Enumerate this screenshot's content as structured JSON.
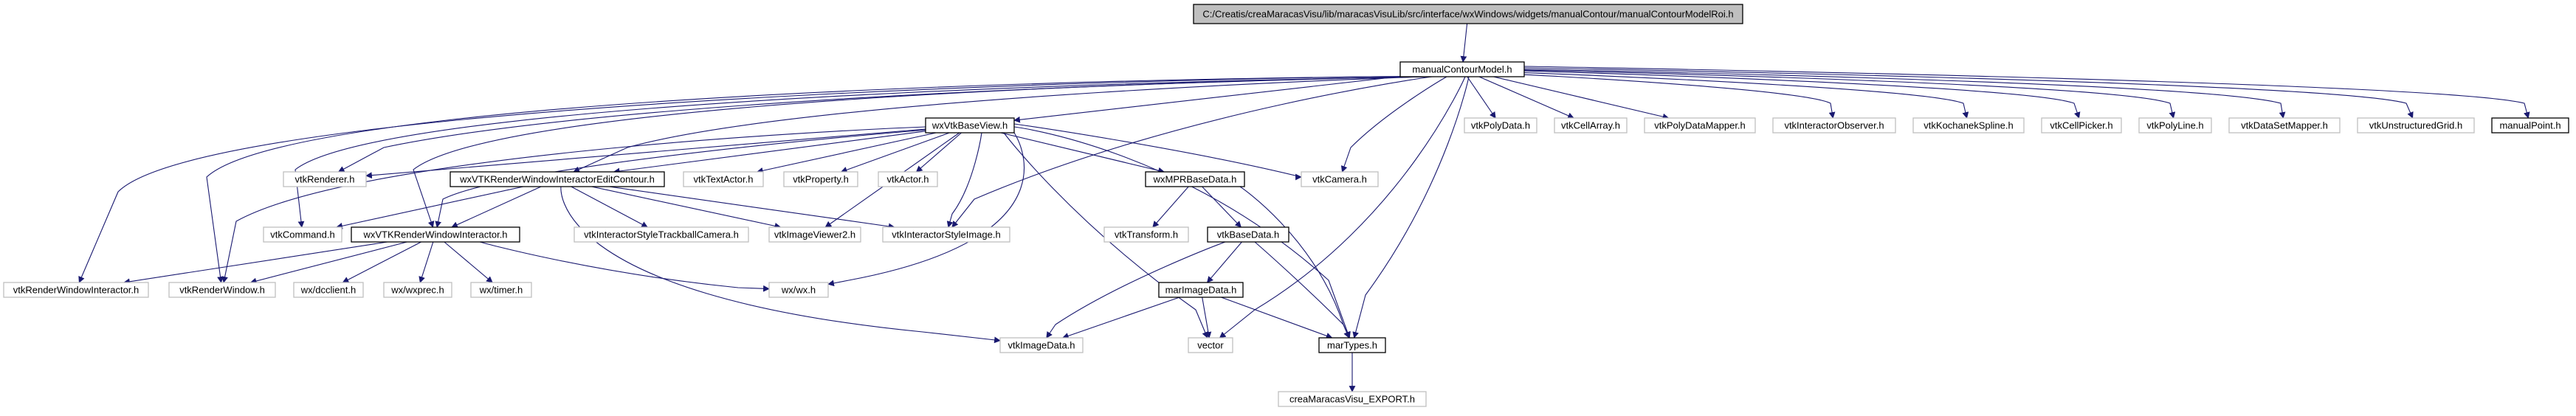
{
  "diagram": {
    "type": "include-dependency-graph",
    "colors": {
      "edge": "#191970",
      "root_fill": "#bfbfbf",
      "documented_border": "#000000",
      "external_border": "#bfbfbf",
      "background": "#ffffff"
    },
    "nodes": [
      {
        "id": "root",
        "label": "C:/Creatis/creaMaracasVisu/lib/maracasVisuLib/src/interface/wxWindows/widgets/manualContour/manualContourModelRoi.h",
        "kind": "root"
      },
      {
        "id": "manualContourModel",
        "label": "manualContourModel.h",
        "kind": "documented"
      },
      {
        "id": "wxVtkBaseView",
        "label": "wxVtkBaseView.h",
        "kind": "documented"
      },
      {
        "id": "vtkPolyData",
        "label": "vtkPolyData.h",
        "kind": "external"
      },
      {
        "id": "vtkCellArray",
        "label": "vtkCellArray.h",
        "kind": "external"
      },
      {
        "id": "vtkPolyDataMapper",
        "label": "vtkPolyDataMapper.h",
        "kind": "external"
      },
      {
        "id": "vtkInteractorObserver",
        "label": "vtkInteractorObserver.h",
        "kind": "external"
      },
      {
        "id": "vtkKochanekSpline",
        "label": "vtkKochanekSpline.h",
        "kind": "external"
      },
      {
        "id": "vtkCellPicker",
        "label": "vtkCellPicker.h",
        "kind": "external"
      },
      {
        "id": "vtkPolyLine",
        "label": "vtkPolyLine.h",
        "kind": "external"
      },
      {
        "id": "vtkDataSetMapper",
        "label": "vtkDataSetMapper.h",
        "kind": "external"
      },
      {
        "id": "vtkUnstructuredGrid",
        "label": "vtkUnstructuredGrid.h",
        "kind": "external"
      },
      {
        "id": "manualPoint",
        "label": "manualPoint.h",
        "kind": "documented"
      },
      {
        "id": "vtkRenderer",
        "label": "vtkRenderer.h",
        "kind": "external"
      },
      {
        "id": "wxVTKRWIEditContour",
        "label": "wxVTKRenderWindowInteractorEditContour.h",
        "kind": "documented"
      },
      {
        "id": "vtkTextActor",
        "label": "vtkTextActor.h",
        "kind": "external"
      },
      {
        "id": "vtkProperty",
        "label": "vtkProperty.h",
        "kind": "external"
      },
      {
        "id": "vtkActor",
        "label": "vtkActor.h",
        "kind": "external"
      },
      {
        "id": "wxMPRBaseData",
        "label": "wxMPRBaseData.h",
        "kind": "documented"
      },
      {
        "id": "vtkCamera",
        "label": "vtkCamera.h",
        "kind": "external"
      },
      {
        "id": "vtkCommand",
        "label": "vtkCommand.h",
        "kind": "external"
      },
      {
        "id": "wxVTKRWI",
        "label": "wxVTKRenderWindowInteractor.h",
        "kind": "documented"
      },
      {
        "id": "vtkISTrackballCamera",
        "label": "vtkInteractorStyleTrackballCamera.h",
        "kind": "external"
      },
      {
        "id": "vtkImageViewer2",
        "label": "vtkImageViewer2.h",
        "kind": "external"
      },
      {
        "id": "vtkInteractorStyleImage",
        "label": "vtkInteractorStyleImage.h",
        "kind": "external"
      },
      {
        "id": "vtkTransform",
        "label": "vtkTransform.h",
        "kind": "external"
      },
      {
        "id": "vtkBaseData",
        "label": "vtkBaseData.h",
        "kind": "documented"
      },
      {
        "id": "vtkRenderWindowInteractor",
        "label": "vtkRenderWindowInteractor.h",
        "kind": "external"
      },
      {
        "id": "vtkRenderWindow",
        "label": "vtkRenderWindow.h",
        "kind": "external"
      },
      {
        "id": "wxdcclient",
        "label": "wx/dcclient.h",
        "kind": "external"
      },
      {
        "id": "wxwxprec",
        "label": "wx/wxprec.h",
        "kind": "external"
      },
      {
        "id": "wxtimer",
        "label": "wx/timer.h",
        "kind": "external"
      },
      {
        "id": "wxwx",
        "label": "wx/wx.h",
        "kind": "external"
      },
      {
        "id": "marImageData",
        "label": "marImageData.h",
        "kind": "documented"
      },
      {
        "id": "vtkImageData",
        "label": "vtkImageData.h",
        "kind": "external"
      },
      {
        "id": "vector",
        "label": "vector",
        "kind": "external"
      },
      {
        "id": "marTypes",
        "label": "marTypes.h",
        "kind": "documented"
      },
      {
        "id": "creaMaracasVisuExport",
        "label": "creaMaracasVisu_EXPORT.h",
        "kind": "external"
      }
    ],
    "edges": [
      [
        "root",
        "manualContourModel"
      ],
      [
        "manualContourModel",
        "wxVtkBaseView"
      ],
      [
        "manualContourModel",
        "vtkPolyData"
      ],
      [
        "manualContourModel",
        "vtkCellArray"
      ],
      [
        "manualContourModel",
        "vtkPolyDataMapper"
      ],
      [
        "manualContourModel",
        "vtkInteractorObserver"
      ],
      [
        "manualContourModel",
        "vtkKochanekSpline"
      ],
      [
        "manualContourModel",
        "vtkCellPicker"
      ],
      [
        "manualContourModel",
        "vtkPolyLine"
      ],
      [
        "manualContourModel",
        "vtkDataSetMapper"
      ],
      [
        "manualContourModel",
        "vtkUnstructuredGrid"
      ],
      [
        "manualContourModel",
        "manualPoint"
      ],
      [
        "manualContourModel",
        "vtkRenderer"
      ],
      [
        "manualContourModel",
        "wxVTKRWIEditContour"
      ],
      [
        "manualContourModel",
        "vtkCamera"
      ],
      [
        "manualContourModel",
        "vtkCommand"
      ],
      [
        "manualContourModel",
        "wxVTKRWI"
      ],
      [
        "manualContourModel",
        "vtkInteractorStyleImage"
      ],
      [
        "manualContourModel",
        "vtkRenderWindowInteractor"
      ],
      [
        "manualContourModel",
        "vtkRenderWindow"
      ],
      [
        "manualContourModel",
        "vector"
      ],
      [
        "manualContourModel",
        "marTypes"
      ],
      [
        "wxVtkBaseView",
        "vtkRenderer"
      ],
      [
        "wxVtkBaseView",
        "wxVTKRWIEditContour"
      ],
      [
        "wxVtkBaseView",
        "vtkTextActor"
      ],
      [
        "wxVtkBaseView",
        "vtkProperty"
      ],
      [
        "wxVtkBaseView",
        "vtkActor"
      ],
      [
        "wxVtkBaseView",
        "wxMPRBaseData"
      ],
      [
        "wxVtkBaseView",
        "vtkCamera"
      ],
      [
        "wxVtkBaseView",
        "wxVTKRWI"
      ],
      [
        "wxVtkBaseView",
        "vtkImageViewer2"
      ],
      [
        "wxVtkBaseView",
        "vtkInteractorStyleImage"
      ],
      [
        "wxVtkBaseView",
        "vtkRenderWindow"
      ],
      [
        "wxVtkBaseView",
        "wxwx"
      ],
      [
        "wxVtkBaseView",
        "vector"
      ],
      [
        "wxVtkBaseView",
        "marTypes"
      ],
      [
        "wxVTKRWIEditContour",
        "vtkCommand"
      ],
      [
        "wxVTKRWIEditContour",
        "wxVTKRWI"
      ],
      [
        "wxVTKRWIEditContour",
        "vtkISTrackballCamera"
      ],
      [
        "wxVTKRWIEditContour",
        "vtkImageViewer2"
      ],
      [
        "wxVTKRWIEditContour",
        "vtkInteractorStyleImage"
      ],
      [
        "wxVTKRWIEditContour",
        "vtkImageData"
      ],
      [
        "wxVTKRWI",
        "vtkRenderWindowInteractor"
      ],
      [
        "wxVTKRWI",
        "vtkRenderWindow"
      ],
      [
        "wxVTKRWI",
        "wxdcclient"
      ],
      [
        "wxVTKRWI",
        "wxwxprec"
      ],
      [
        "wxVTKRWI",
        "wxtimer"
      ],
      [
        "wxVTKRWI",
        "wxwx"
      ],
      [
        "wxMPRBaseData",
        "vtkTransform"
      ],
      [
        "wxMPRBaseData",
        "vtkBaseData"
      ],
      [
        "wxMPRBaseData",
        "marTypes"
      ],
      [
        "vtkBaseData",
        "marImageData"
      ],
      [
        "vtkBaseData",
        "vtkImageData"
      ],
      [
        "vtkBaseData",
        "marTypes"
      ],
      [
        "marImageData",
        "vtkImageData"
      ],
      [
        "marImageData",
        "vector"
      ],
      [
        "marImageData",
        "marTypes"
      ],
      [
        "marTypes",
        "creaMaracasVisuExport"
      ]
    ]
  }
}
